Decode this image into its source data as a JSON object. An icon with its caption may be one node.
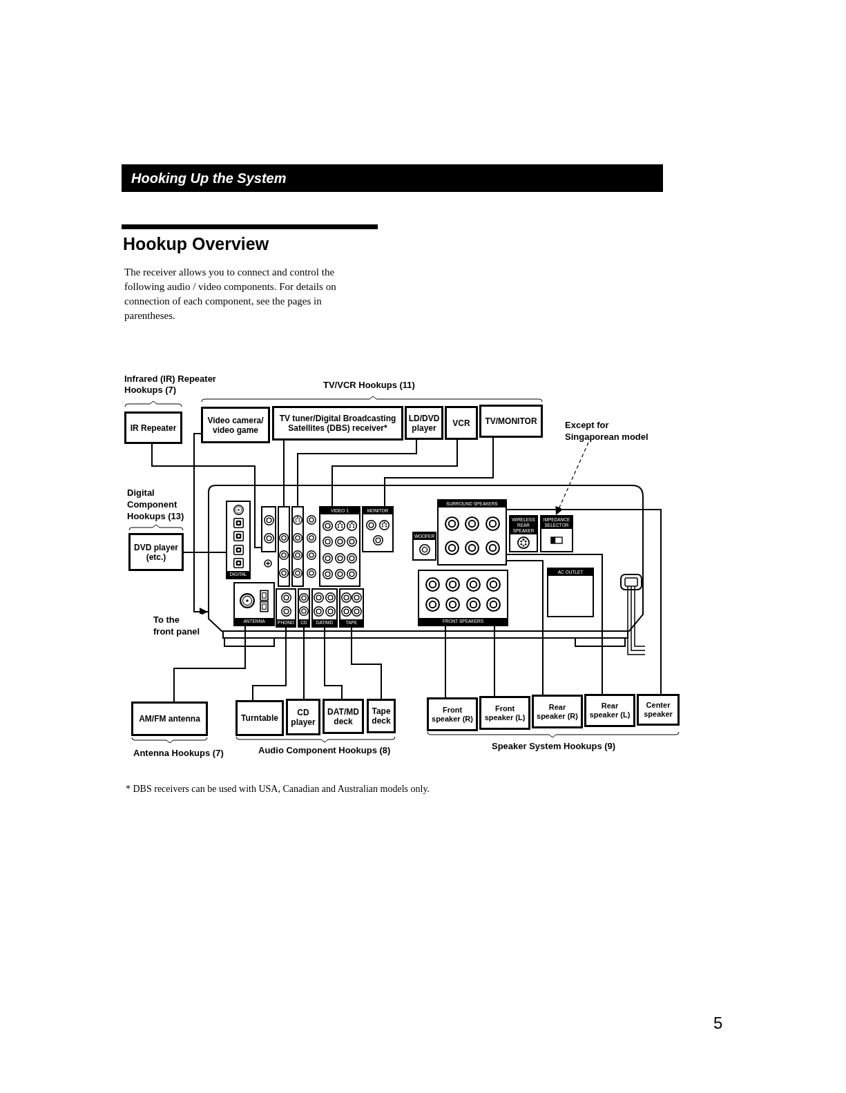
{
  "diagram": {
    "title": "Hookup Overview",
    "nodes": [
      {
        "text": [
          "IR Repeater"
        ]
      },
      {
        "text": [
          "Video camera/ video game"
        ]
      },
      {
        "text": [
          "TV tuner/Digital Broadcasting Satellites (DBS) receiver*"
        ]
      },
      {
        "text": [
          "LD/DVD player"
        ]
      },
      {
        "text": [
          "VCR"
        ]
      },
      {
        "text": [
          "TV/MONITOR"
        ]
      },
      {
        "text": [
          "Except for Singaporean model"
        ]
      },
      {
        "text": [
          "DVD player (etc.)"
        ]
      },
      {
        "text": [],
        "shape": "picture"
      },
      {
        "text": [
          "DIGITAL"
        ],
        "in": 8
      },
      {
        "text": [],
        "shape": "box",
        "in": 8
      },
      {
        "text": [],
        "shape": "box",
        "in": 8
      },
      {
        "text": [],
        "shape": "box",
        "in": 8
      },
      {
        "text": [
          "VIDEO 1"
        ],
        "in": 8
      },
      {
        "text": [
          "MONITOR"
        ],
        "in": 8
      },
      {
        "text": [
          "WOOFER"
        ],
        "in": 8
      },
      {
        "text": [
          "SURROUND SPEAKERS"
        ],
        "in": 8
      },
      {
        "text": [
          "WIRELESS REAR SPEAKER"
        ],
        "in": 8
      },
      {
        "text": [
          "IMPEDANCE SELECTOR"
        ],
        "in": 8
      },
      {
        "text": [
          "ANTENNA"
        ],
        "in": 8
      },
      {
        "text": [
          "PHONO"
        ],
        "in": 8
      },
      {
        "text": [
          "CD"
        ],
        "in": 8
      },
      {
        "text": [
          "DAT/MD"
        ],
        "in": 8
      },
      {
        "text": [
          "TAPE"
        ],
        "in": 8
      },
      {
        "text": [
          "FRONT SPEAKERS"
        ],
        "in": 8
      },
      {
        "text": [
          "AC OUTLET"
        ],
        "in": 8
      },
      {
        "text": [
          "AM/FM antenna"
        ]
      },
      {
        "text": [
          "Turntable"
        ]
      },
      {
        "text": [
          "CD player"
        ]
      },
      {
        "text": [
          "DAT/MD deck"
        ]
      },
      {
        "text": [
          "Tape deck"
        ]
      },
      {
        "text": [
          "Front speaker (R)"
        ]
      },
      {
        "text": [
          "Front speaker (L)"
        ]
      },
      {
        "text": [
          "Rear speaker (R)"
        ]
      },
      {
        "text": [
          "Rear speaker (L)"
        ]
      },
      {
        "text": [
          "Center speaker"
        ]
      }
    ],
    "edges": [
      {
        "from": 0,
        "to": 10,
        "arrow": "none"
      },
      {
        "from": 1,
        "to": 8,
        "arrow": "to",
        "label": "To the front panel"
      },
      {
        "from": 2,
        "to": 11,
        "arrow": "none"
      },
      {
        "from": 3,
        "to": 12,
        "arrow": "none"
      },
      {
        "from": 4,
        "to": 13,
        "arrow": "none"
      },
      {
        "from": 5,
        "to": 14,
        "arrow": "none"
      },
      {
        "from": 6,
        "to": 18,
        "arrow": "to",
        "style": "dashed"
      },
      {
        "from": 7,
        "to": 9,
        "arrow": "none"
      },
      {
        "from": 26,
        "to": 19,
        "arrow": "none"
      },
      {
        "from": 27,
        "to": 20,
        "arrow": "none"
      },
      {
        "from": 28,
        "to": 21,
        "arrow": "none"
      },
      {
        "from": 29,
        "to": 22,
        "arrow": "none"
      },
      {
        "from": 30,
        "to": 23,
        "arrow": "none"
      },
      {
        "from": 31,
        "to": 24,
        "arrow": "none"
      },
      {
        "from": 32,
        "to": 24,
        "arrow": "none"
      },
      {
        "from": 33,
        "to": 16,
        "arrow": "none"
      },
      {
        "from": 34,
        "to": 16,
        "arrow": "none"
      },
      {
        "from": 35,
        "to": 16,
        "arrow": "none"
      }
    ],
    "labels": [
      "Hooking Up the System",
      "The receiver allows you to connect and control the following audio / video components. For details on connection of each component, see the pages in parentheses.",
      "Infrared (IR) Repeater Hookups (7)",
      "TV/VCR Hookups (11)",
      "Digital Component Hookups (13)",
      "Antenna Hookups (7)",
      "Audio Component Hookups (8)",
      "Speaker System Hookups (9)",
      "* DBS receivers can be used with USA, Canadian and Australian models only.",
      "5"
    ]
  }
}
